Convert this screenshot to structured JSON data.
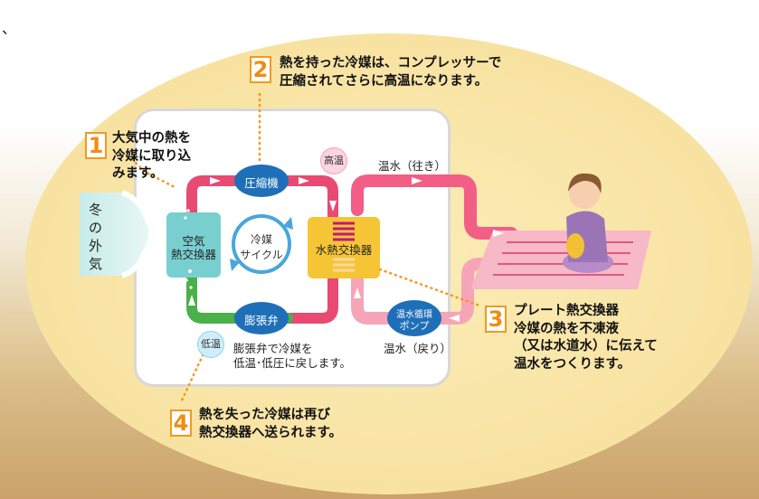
{
  "corner_mark": "、",
  "outside_air": "冬の外気",
  "steps": [
    {
      "num": "1",
      "lines": [
        "大気中の熱を",
        "冷媒に取り込",
        "みます。"
      ]
    },
    {
      "num": "2",
      "lines": [
        "熱を持った冷媒は、コンプレッサーで",
        "圧縮されてさらに高温になります。"
      ]
    },
    {
      "num": "3",
      "lines": [
        "プレート熱交換器",
        "冷媒の熱を不凍液",
        "（又は水道水）に伝えて",
        "温水をつくります。"
      ]
    },
    {
      "num": "4",
      "lines": [
        "熱を失った冷媒は再び",
        "熱交換器へ送られます。"
      ]
    }
  ],
  "components": {
    "compressor": "圧縮機",
    "expansion_valve": "膨張弁",
    "air_hx_line1": "空気",
    "air_hx_line2": "熱交換器",
    "water_hx": "水熱交換器",
    "pump_line1": "温水循環",
    "pump_line2": "ポンプ",
    "cycle_line1": "冷媒",
    "cycle_line2": "サイクル"
  },
  "badges": {
    "high": "高温",
    "low": "低温"
  },
  "labels": {
    "hot_out": "温水（往き）",
    "hot_return": "温水（戻り）",
    "valve_desc_line1": "膨張弁で冷媒を",
    "valve_desc_line2": "低温･低圧に戻します。"
  },
  "colors": {
    "refrigerant_hot": "#e84a72",
    "refrigerant_cold": "#4bb04a",
    "water_pipe": "#f25e86",
    "component_blue": "#1f6fb8",
    "step_accent": "#f19a1f",
    "air_hx": "#79cfd0",
    "water_hx": "#f6c535"
  }
}
